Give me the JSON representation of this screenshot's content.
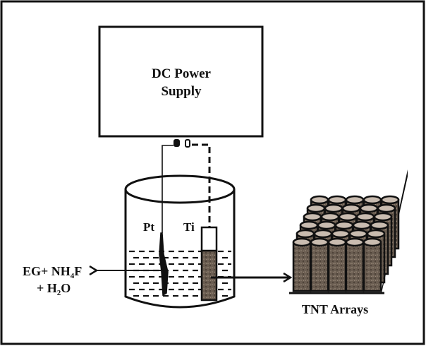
{
  "diagram": {
    "power_supply": {
      "line1": "DC Power",
      "line2": "Supply"
    },
    "electrodes": {
      "cathode": "Pt",
      "anode": "Ti"
    },
    "electrolyte": {
      "line1_prefix": "EG+ NH",
      "line1_sub": "4",
      "line1_suffix": "F",
      "line2_prefix": "+ H",
      "line2_sub": "2",
      "line2_suffix": "O"
    },
    "product_label": "TNT Arrays",
    "array_grid": {
      "rows": 6,
      "cols": 5
    },
    "colors": {
      "line": "#111111",
      "tube_fill": "#6f6256",
      "tube_top": "#c9bcb0",
      "ti_oxide": "#5e5246"
    }
  }
}
